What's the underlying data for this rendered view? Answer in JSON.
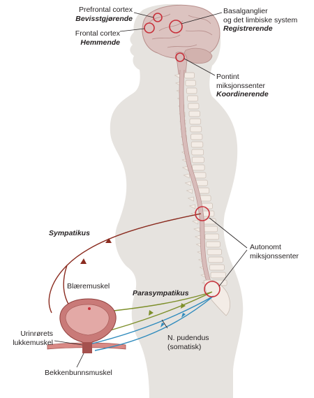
{
  "labels": {
    "prefrontal": {
      "name": "Prefrontal cortex",
      "role": "Bevisstgjørende"
    },
    "frontal": {
      "name": "Frontal cortex",
      "role": "Hemmende"
    },
    "basal": {
      "line1": "Basalganglier",
      "line2": "og det limbiske system",
      "role": "Registrerende"
    },
    "pontine": {
      "line1": "Pontint",
      "line2": "miksjonssenter",
      "role": "Koordinerende"
    },
    "sympathetic": "Sympatikus",
    "autonomic": {
      "line1": "Autonomt",
      "line2": "miksjonssenter"
    },
    "bladder_muscle": "Blæremuskel",
    "parasympathetic": "Parasympatikus",
    "urethra": {
      "line1": "Urinrørets",
      "line2": "lukkemuskel"
    },
    "pudendal": {
      "line1": "N. pudendus",
      "line2": "(somatisk)"
    },
    "pelvic_floor": "Bekkenbunnsmuskel"
  },
  "colors": {
    "body_fill": "#e6e3df",
    "brain_fill": "#dcc3c0",
    "spine": "#f3ece6",
    "cord": "#d8bcba",
    "sympathetic": "#8a2b1f",
    "parasympathetic": "#7d8f2a",
    "somatic": "#2f8bbd",
    "marker": "#c8303a",
    "bladder": "#c97a78"
  }
}
